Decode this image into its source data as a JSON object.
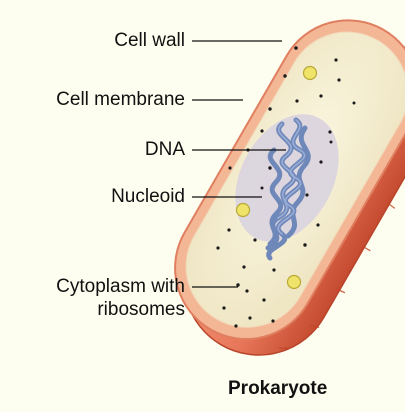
{
  "labels": {
    "cell_wall": "Cell wall",
    "cell_membrane": "Cell membrane",
    "dna": "DNA",
    "nucleoid": "Nucleoid",
    "cytoplasm_line1": "Cytoplasm with",
    "cytoplasm_line2": "ribosomes"
  },
  "title": "Prokaryote",
  "colors": {
    "background": "#fefef0",
    "cell_wall": "#e8775a",
    "cell_wall_dark": "#c94a30",
    "membrane": "#f3c9a6",
    "cytoplasm": "#f6f0d2",
    "nucleoid_region": "#d8d4de",
    "dna": "#6d86b8",
    "ribosome": "#1b1b1b",
    "granule": "#efe36a"
  }
}
